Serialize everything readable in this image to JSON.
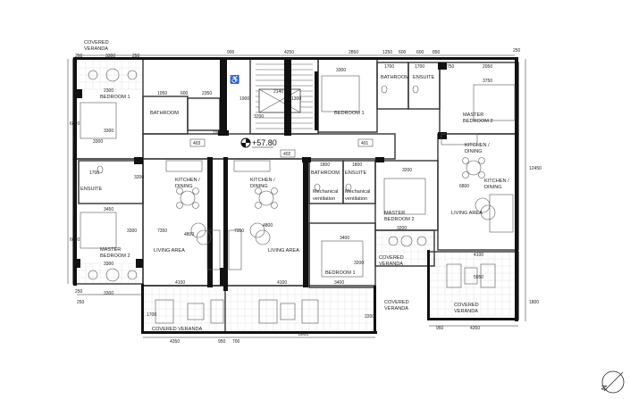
{
  "plan": {
    "elevation": "+57.80",
    "door_tags": [
      "403",
      "402",
      "401"
    ],
    "room_labels": [
      "COVERED",
      "VERANDA",
      "BEDROOM 1",
      "BATHROOM",
      "BEDROOM 1",
      "BATHROOM",
      "ENSUITE",
      "MASTER",
      "BEDROOM 2",
      "KITCHEN /",
      "DINING",
      "ENSUITE",
      "MASTER",
      "BEDROOM 2",
      "KITCHEN /",
      "DINING",
      "LIVING AREA",
      "KITCHEN /",
      "DINING",
      "LIVING AREA",
      "BATHROOM",
      "ENSUITE",
      "Mechanical",
      "ventilation",
      "Mechanical",
      "ventilation",
      "MASTER",
      "BEDROOM 2",
      "COVERED",
      "VERANDA",
      "KITCHEN /",
      "DINING",
      "LIVING AREA",
      "BEDROOM 1",
      "COVERED VERANDA",
      "COVERED",
      "VERANDA",
      "COVERED",
      "VERANDA"
    ],
    "dimensions": [
      "250",
      "3300",
      "250",
      "900",
      "4250",
      "2850",
      "1250",
      "600",
      "600",
      "850",
      "250",
      "1900",
      "2140",
      "3700",
      "1300",
      "3300",
      "1700",
      "1700",
      "750",
      "2050",
      "3750",
      "2300",
      "1050",
      "600",
      "2350",
      "1500",
      "3300",
      "6850",
      "3300",
      "3200",
      "1700",
      "3450",
      "3300",
      "6000",
      "7350",
      "4800",
      "4800",
      "7350",
      "1800",
      "1800",
      "3200",
      "3400",
      "3200",
      "6800",
      "12450",
      "3200",
      "3300",
      "3300",
      "250",
      "4100",
      "4100",
      "3400",
      "4100",
      "5050",
      "1700",
      "2200",
      "4350",
      "950",
      "700",
      "8000",
      "950",
      "4350",
      "1800",
      "250"
    ]
  },
  "colors": {
    "wall": "#111111",
    "line": "#333333",
    "tile": "#dddddd"
  },
  "icons": [
    "north-arrow-icon",
    "elevation-marker-icon",
    "accessibility-icon"
  ]
}
